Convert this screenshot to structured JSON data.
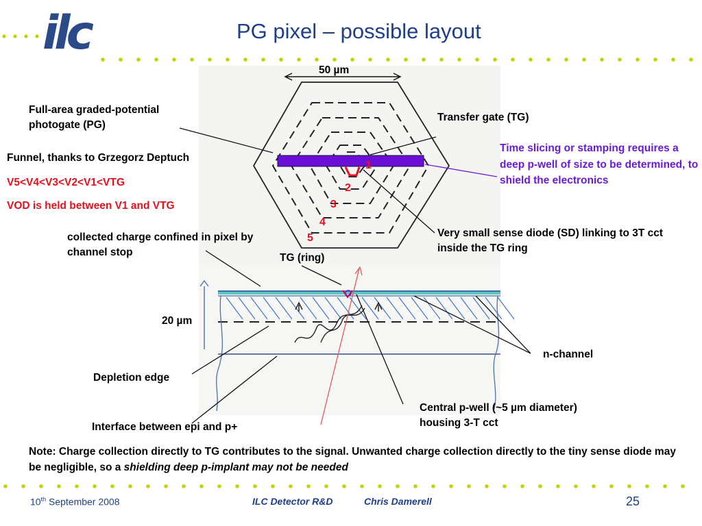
{
  "header": {
    "logo": "ilc",
    "title": "PG pixel – possible layout"
  },
  "diagram": {
    "width_label": "50 µm",
    "depth_label": "20 µm",
    "labels": {
      "full_area": "Full-area  graded-potential photogate (PG)",
      "transfer_gate": "Transfer gate (TG)",
      "time_slicing": "Time slicing or stamping requires a deep p-well of size to be determined, to shield the electronics",
      "funnel": "Funnel, thanks to Grzegorz Deptuch",
      "voltages": "V5<V4<V3<V2<V1<VTG",
      "vod": "VOD is held between V1 and VTG",
      "sense_diode": "Very small sense diode (SD) linking to 3T cct inside the TG ring",
      "channel_stop": "collected charge confined in pixel by channel stop",
      "tg_ring": "TG (ring)",
      "n_channel": "n-channel",
      "depletion_edge": "Depletion edge",
      "central_pwell": "Central p-well (~5 µm diameter) housing 3-T cct",
      "interface": "Interface between epi and p+"
    },
    "ring_numbers": [
      "1",
      "2",
      "3",
      "4",
      "5"
    ]
  },
  "note": {
    "text_plain": "Note: Charge collection directly to TG contributes to the signal.  Unwanted charge collection directly to the tiny sense diode may be negligible, so a ",
    "text_italic": "shielding deep p-implant may not be needed"
  },
  "footer": {
    "date_prefix": "10",
    "date_sup": "th",
    "date_rest": " September 2008",
    "center_left": "ILC Detector R&D",
    "center_right": "Chris Damerell",
    "page": "25"
  },
  "colors": {
    "brand_blue": "#1e3f8c",
    "dot_green": "#c2d400",
    "red": "#e8101c",
    "violet": "#6a1bd6",
    "gate_fill": "#6a0fd6"
  }
}
